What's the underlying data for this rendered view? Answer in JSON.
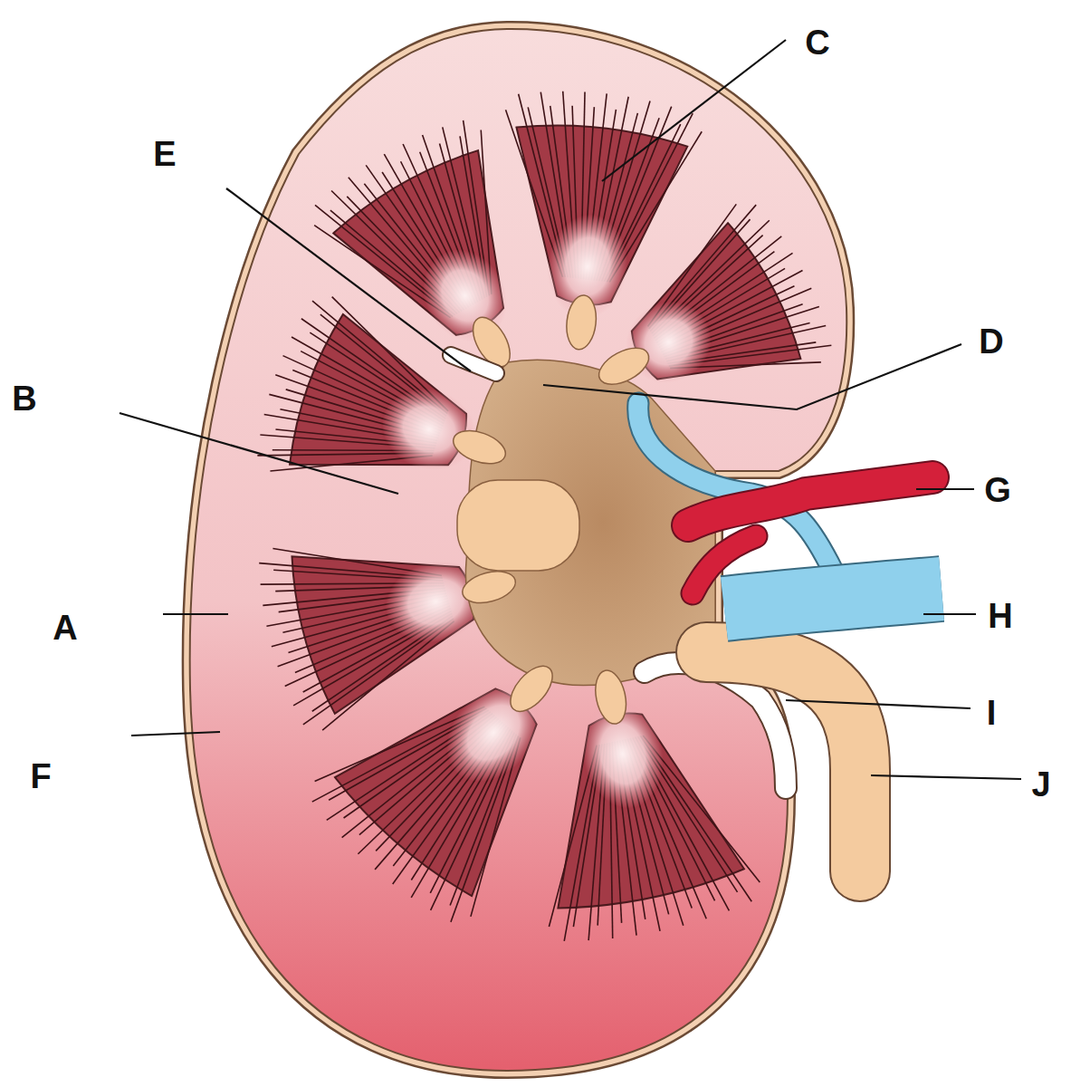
{
  "diagram": {
    "labels": [
      "C",
      "E",
      "D",
      "B",
      "G",
      "H",
      "A",
      "I",
      "F",
      "J"
    ]
  }
}
